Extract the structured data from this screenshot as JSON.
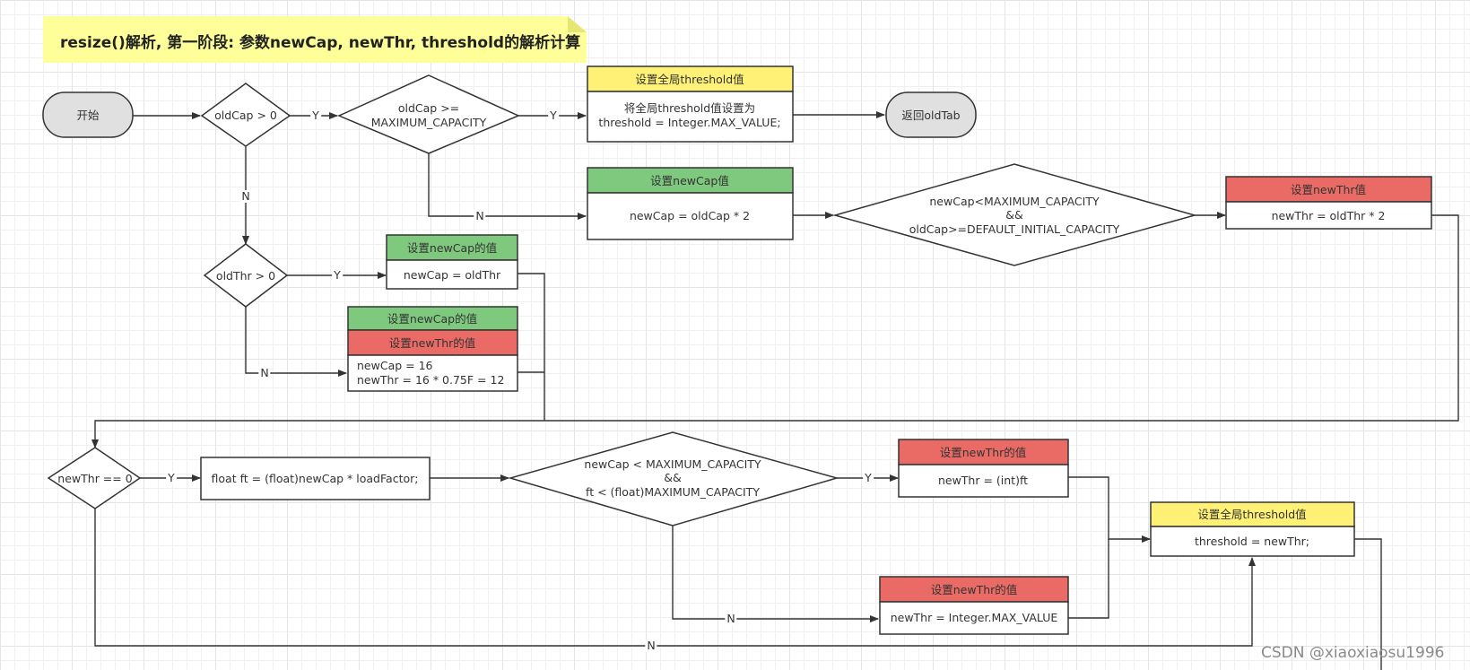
{
  "note": {
    "title": "resize()解析, 第一阶段: 参数newCap, newThr, threshold的解析计算"
  },
  "nodes": {
    "start": "开始",
    "d_oldcap": "oldCap > 0",
    "d_max": {
      "line1": "oldCap >=",
      "line2": "MAXIMUM_CAPACITY"
    },
    "b_set_thr_global": {
      "header": "设置全局threshold值",
      "line1": "将全局threshold值设置为",
      "line2": "threshold = Integer.MAX_VALUE;"
    },
    "return": "返回oldTab",
    "b_set_newcap": {
      "header": "设置newCap值",
      "body": "newCap = oldCap * 2"
    },
    "d_big": {
      "line1": "newCap<MAXIMUM_CAPACITY",
      "line2": "&&",
      "line3": "oldCap>=DEFAULT_INITIAL_CAPACITY"
    },
    "b_newthr_double": {
      "header": "设置newThr值",
      "body": "newThr = oldThr * 2"
    },
    "d_oldthr": "oldThr > 0",
    "b_newcap_oldthr": {
      "header": "设置newCap的值",
      "body": "newCap = oldThr"
    },
    "b_defaults": {
      "header1": "设置newCap的值",
      "header2": "设置newThr的值",
      "line1": "newCap = 16",
      "line2": "newThr = 16 * 0.75F = 12"
    },
    "d_newthr": "newThr == 0",
    "b_ft": "float ft = (float)newCap * loadFactor;",
    "d_ft": {
      "line1": "newCap < MAXIMUM_CAPACITY",
      "line2": "&&",
      "line3": "ft < (float)MAXIMUM_CAPACITY"
    },
    "b_newthr_int": {
      "header": "设置newThr的值",
      "body": "newThr = (int)ft"
    },
    "b_newthr_max": {
      "header": "设置newThr的值",
      "body": "newThr = Integer.MAX_VALUE"
    },
    "b_threshold": {
      "header": "设置全局threshold值",
      "body": "threshold = newThr;"
    }
  },
  "edges": {
    "yes": "Y",
    "no": "N"
  },
  "colors": {
    "yellow_header": "#fff176",
    "green_header": "#7fc97f",
    "red_header": "#ea6b66",
    "terminal": "#e0e0e0",
    "stroke": "#333333"
  },
  "watermark": "CSDN @xiaoxiaosu1996"
}
